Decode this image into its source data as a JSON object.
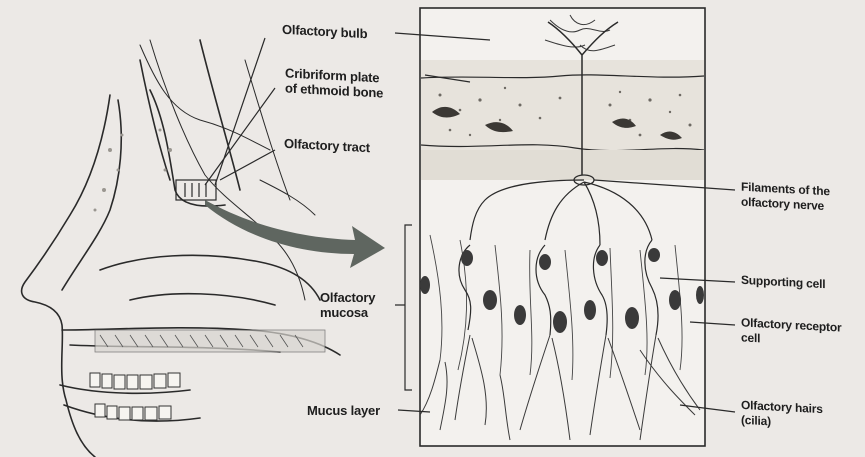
{
  "diagram": {
    "colors": {
      "background": "#ece9e6",
      "ink": "#2a2a2a",
      "panel": "#f3f1ee",
      "arrow": "#5f6660",
      "nucleus": "#3a3a3a"
    },
    "labels": {
      "olfactory_bulb": "Olfactory bulb",
      "cribriform_plate": "Cribriform plate\nof ethmoid bone",
      "olfactory_tract": "Olfactory tract",
      "filaments": "Filaments of the\nolfactory nerve",
      "supporting_cell": "Supporting cell",
      "olfactory_receptor_cell": "Olfactory receptor\ncell",
      "olfactory_hairs": "Olfactory hairs\n(cilia)",
      "olfactory_mucosa": "Olfactory\nmucosa",
      "mucus_layer": "Mucus layer"
    }
  }
}
